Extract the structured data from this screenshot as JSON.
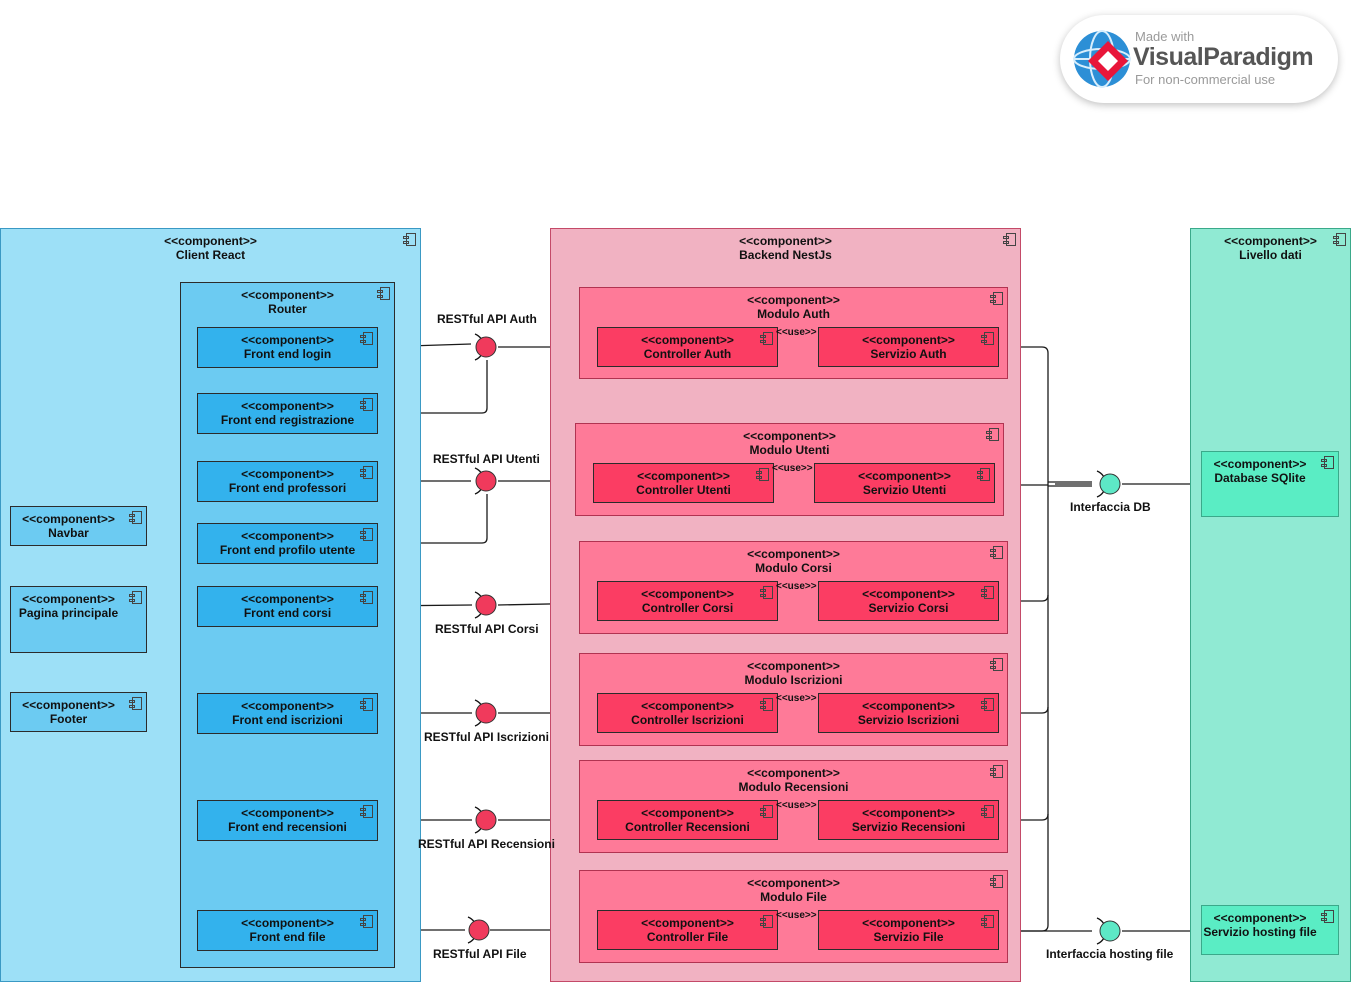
{
  "stereotype": "<<component>>",
  "logo": {
    "made_with": "Made with",
    "brand": "VisualParadigm",
    "note": "For non-commercial use"
  },
  "client": {
    "title": "Client React",
    "router": "Router",
    "navbar": "Navbar",
    "pagina": "Pagina principale",
    "footer": "Footer",
    "fe_login": "Front end login",
    "fe_registrazione": "Front end registrazione",
    "fe_professori": "Front end professori",
    "fe_profilo": "Front end profilo utente",
    "fe_corsi": "Front end corsi",
    "fe_iscrizioni": "Front end iscrizioni",
    "fe_recensioni": "Front end recensioni",
    "fe_file": "Front end file"
  },
  "interfaces": {
    "auth": "RESTful API Auth",
    "utenti": "RESTful API Utenti",
    "corsi": "RESTful API Corsi",
    "iscrizioni": "RESTful API Iscrizioni",
    "recensioni": "RESTful API Recensioni",
    "file": "RESTful API File",
    "db": "Interfaccia DB",
    "hosting": "Interfaccia hosting file"
  },
  "backend": {
    "title": "Backend NestJs",
    "use": "<<use>>",
    "modules": [
      {
        "name": "Modulo Auth",
        "controller": "Controller Auth",
        "service": "Servizio Auth"
      },
      {
        "name": "Modulo Utenti",
        "controller": "Controller Utenti",
        "service": "Servizio Utenti"
      },
      {
        "name": "Modulo Corsi",
        "controller": "Controller Corsi",
        "service": "Servizio Corsi"
      },
      {
        "name": "Modulo Iscrizioni",
        "controller": "Controller Iscrizioni",
        "service": "Servizio Iscrizioni"
      },
      {
        "name": "Modulo Recensioni",
        "controller": "Controller Recensioni",
        "service": "Servizio Recensioni"
      },
      {
        "name": "Modulo File",
        "controller": "Controller File",
        "service": "Servizio File"
      }
    ]
  },
  "data_layer": {
    "title": "Livello dati",
    "database": "Database SQlite",
    "hosting": "Servizio hosting file"
  },
  "colors": {
    "client_bg": "#9de0f7",
    "router_bg": "#6ccbf2",
    "frontend_box": "#33b2ed",
    "backend_bg": "#f1b2c2",
    "module_bg": "#fe7a98",
    "inner_box": "#fb3d63",
    "data_bg": "#90ead3",
    "data_box": "#5aedc4",
    "interface_red": "#f03a5c",
    "interface_green": "#5de8c6"
  }
}
